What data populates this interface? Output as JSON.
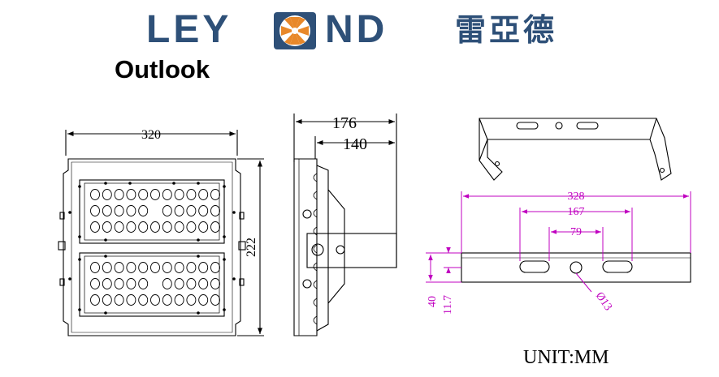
{
  "brand": {
    "name_part1": "LEY",
    "name_part2": "ND",
    "name_chinese": "雷亞德",
    "brand_color": "#2e5078",
    "logo_accent_color": "#e8882a"
  },
  "section_title": "Outlook",
  "unit_label": "UNIT:MM",
  "front_view": {
    "width_label": "320",
    "height_label": "222"
  },
  "side_view": {
    "overall_depth_label": "176",
    "bracket_depth_label": "140"
  },
  "bracket_view": {
    "length_label": "328",
    "slot_span_label": "167",
    "inner_span_label": "79",
    "height_label": "40",
    "offset_label": "11.7",
    "hole_label": "Ø13"
  },
  "colors": {
    "drawing_line": "#000000",
    "dimension_line_magenta": "#c000c0"
  }
}
